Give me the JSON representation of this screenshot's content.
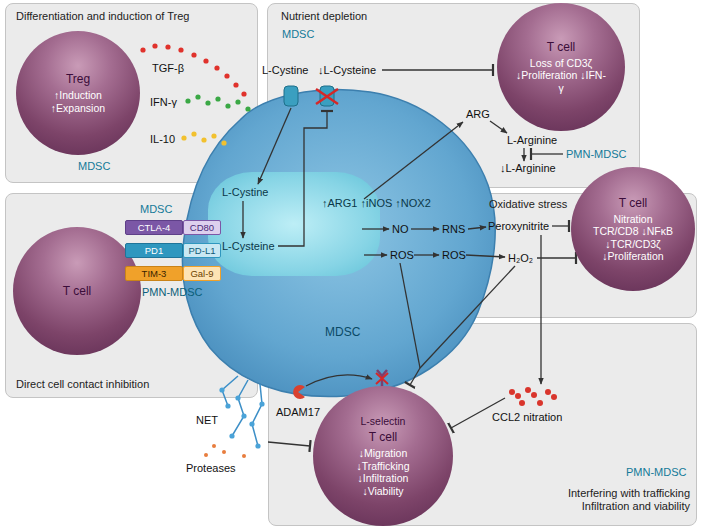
{
  "diagram": {
    "nodes": [
      {
        "text": [
          "Differentiation and induction of Treg"
        ]
      },
      {
        "text": [
          "Treg",
          "↑Induction ↑Expansion"
        ],
        "in": 0
      },
      {
        "text": [
          "Nutrient depletion"
        ]
      },
      {
        "text": [
          "T cell",
          "Loss of CD3ζ ↓Proliferation ↓IFN-γ"
        ],
        "in": 2
      },
      {
        "text": [
          "Oxidative stress"
        ]
      },
      {
        "text": [
          "T cell",
          "Nitration TCR/CD8 ↓NFκB ↓TCR/CD3ζ ↓Proliferation"
        ],
        "in": 4
      },
      {
        "text": [
          "Direct cell contact inhibition"
        ]
      },
      {
        "text": [
          "T cell"
        ],
        "in": 6
      },
      {
        "text": [
          "CTLA-4"
        ],
        "in": 6
      },
      {
        "text": [
          "CD80"
        ],
        "in": 6
      },
      {
        "text": [
          "PD1"
        ],
        "in": 6
      },
      {
        "text": [
          "PD-L1"
        ],
        "in": 6
      },
      {
        "text": [
          "TIM-3"
        ],
        "in": 6
      },
      {
        "text": [
          "Gal-9"
        ],
        "in": 6
      },
      {
        "text": [
          "Interfering with trafficking Infiltration and viability"
        ]
      },
      {
        "text": [
          "L-selectin",
          "T cell",
          "↓Migration ↓Trafficking ↓Infiltration ↓Viability"
        ],
        "in": 14
      },
      {
        "text": [
          "MDSC"
        ]
      },
      {
        "text": [
          "L-Cystine",
          "L-Cysteine",
          "↑ARG1 ↑iNOS ↑NOX2"
        ],
        "in": 16
      }
    ],
    "labels": [
      "TGF-β",
      "IFN-γ",
      "IL-10",
      "MDSC",
      "MDSC",
      "L-Cystine",
      "↓L-Cysteine",
      "ARG",
      "L-Arginine",
      "↓L-Arginine",
      "PMN-MDSC",
      "NO",
      "RNS",
      "Peroxynitrite",
      "ROS",
      "ROS",
      "H₂O₂",
      "MDSC",
      "PMN-MDSC",
      "ADAM17",
      "NET",
      "Proteases",
      "CCL2 nitration",
      "PMN-MDSC"
    ]
  }
}
